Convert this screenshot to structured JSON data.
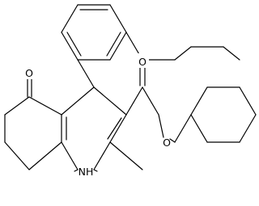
{
  "structure": {
    "atom_labels": {
      "ether_oxygen": "O",
      "ketone_oxygen": "O",
      "carbonyl_oxygen": "O",
      "ester_oxygen": "O",
      "amine": "NH"
    },
    "colors": {
      "bond": "#000000",
      "label": "#000000",
      "background": "#ffffff"
    }
  }
}
